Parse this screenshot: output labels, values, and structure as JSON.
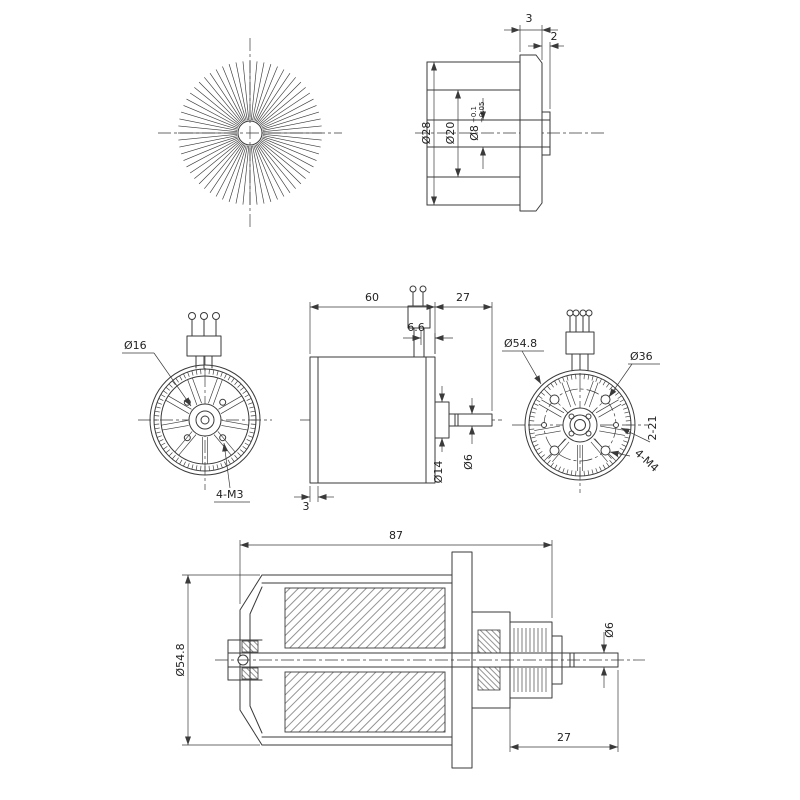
{
  "style": {
    "background": "#ffffff",
    "line_color": "#3a3a3a",
    "text_color": "#222222"
  },
  "views": {
    "shaft_adapter_section": {
      "dim_flange_thickness": "3",
      "dim_step": "2",
      "dim_outer": "Ø28",
      "dim_counterbore": "Ø20",
      "dim_bore": "Ø8",
      "dim_bore_tol_upper": "+0.1",
      "dim_bore_tol_lower": "+0.05"
    },
    "motor_front_view": {
      "dim_shaft_boss": "Ø16",
      "dim_mount_holes": "4-M3"
    },
    "motor_side_view": {
      "dim_body_length": "60",
      "dim_shaft_length": "27",
      "dim_wire_offset": "6.6",
      "dim_boss_diameter": "Ø14",
      "dim_shaft_diameter": "Ø6",
      "dim_lip": "3"
    },
    "motor_back_view": {
      "dim_outer_diameter": "Ø54.8",
      "dim_bolt_circle": "Ø36",
      "dim_small_holes": "2-21",
      "dim_mount_holes": "4-M4"
    },
    "motor_section_view": {
      "dim_overall_length": "87",
      "dim_outer_diameter": "Ø54.8",
      "dim_shaft_diameter": "Ø6",
      "dim_shaft_extension": "27"
    }
  }
}
